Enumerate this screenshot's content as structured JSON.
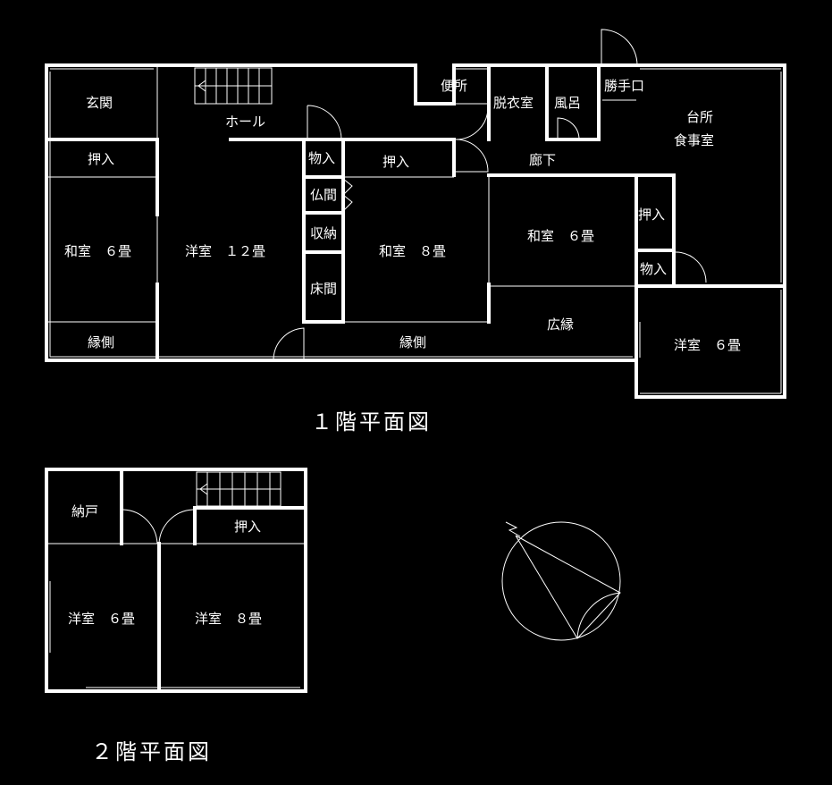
{
  "floor1": {
    "title": "１階平面図",
    "rooms": {
      "genkan": "玄関",
      "hall": "ホール",
      "toilet": "便所",
      "datsui": "脱衣室",
      "furo": "風呂",
      "katteguchi": "勝手口",
      "kitchen_1": "台所",
      "kitchen_2": "食事室",
      "oshiire_a": "押入",
      "washitsu6_left": "和室　６畳",
      "engawa_left": "縁側",
      "yoshitsu12": "洋室　１２畳",
      "monoire_a": "物入",
      "butsuma": "仏間",
      "shuno": "収納",
      "tokonoma": "床間",
      "oshiire_b": "押入",
      "washitsu8": "和室　８畳",
      "engawa_mid": "縁側",
      "roka": "廊下",
      "washitsu6_right": "和室　６畳",
      "oshiire_c": "押入",
      "monoire_b": "物入",
      "hiroen": "広縁",
      "yoshitsu6": "洋室　６畳"
    }
  },
  "floor2": {
    "title": "２階平面図",
    "rooms": {
      "nando": "納戸",
      "oshiire": "押入",
      "yoshitsu6": "洋室　６畳",
      "yoshitsu8": "洋室　８畳"
    }
  },
  "compass": {
    "icon": "north-arrow-icon"
  }
}
